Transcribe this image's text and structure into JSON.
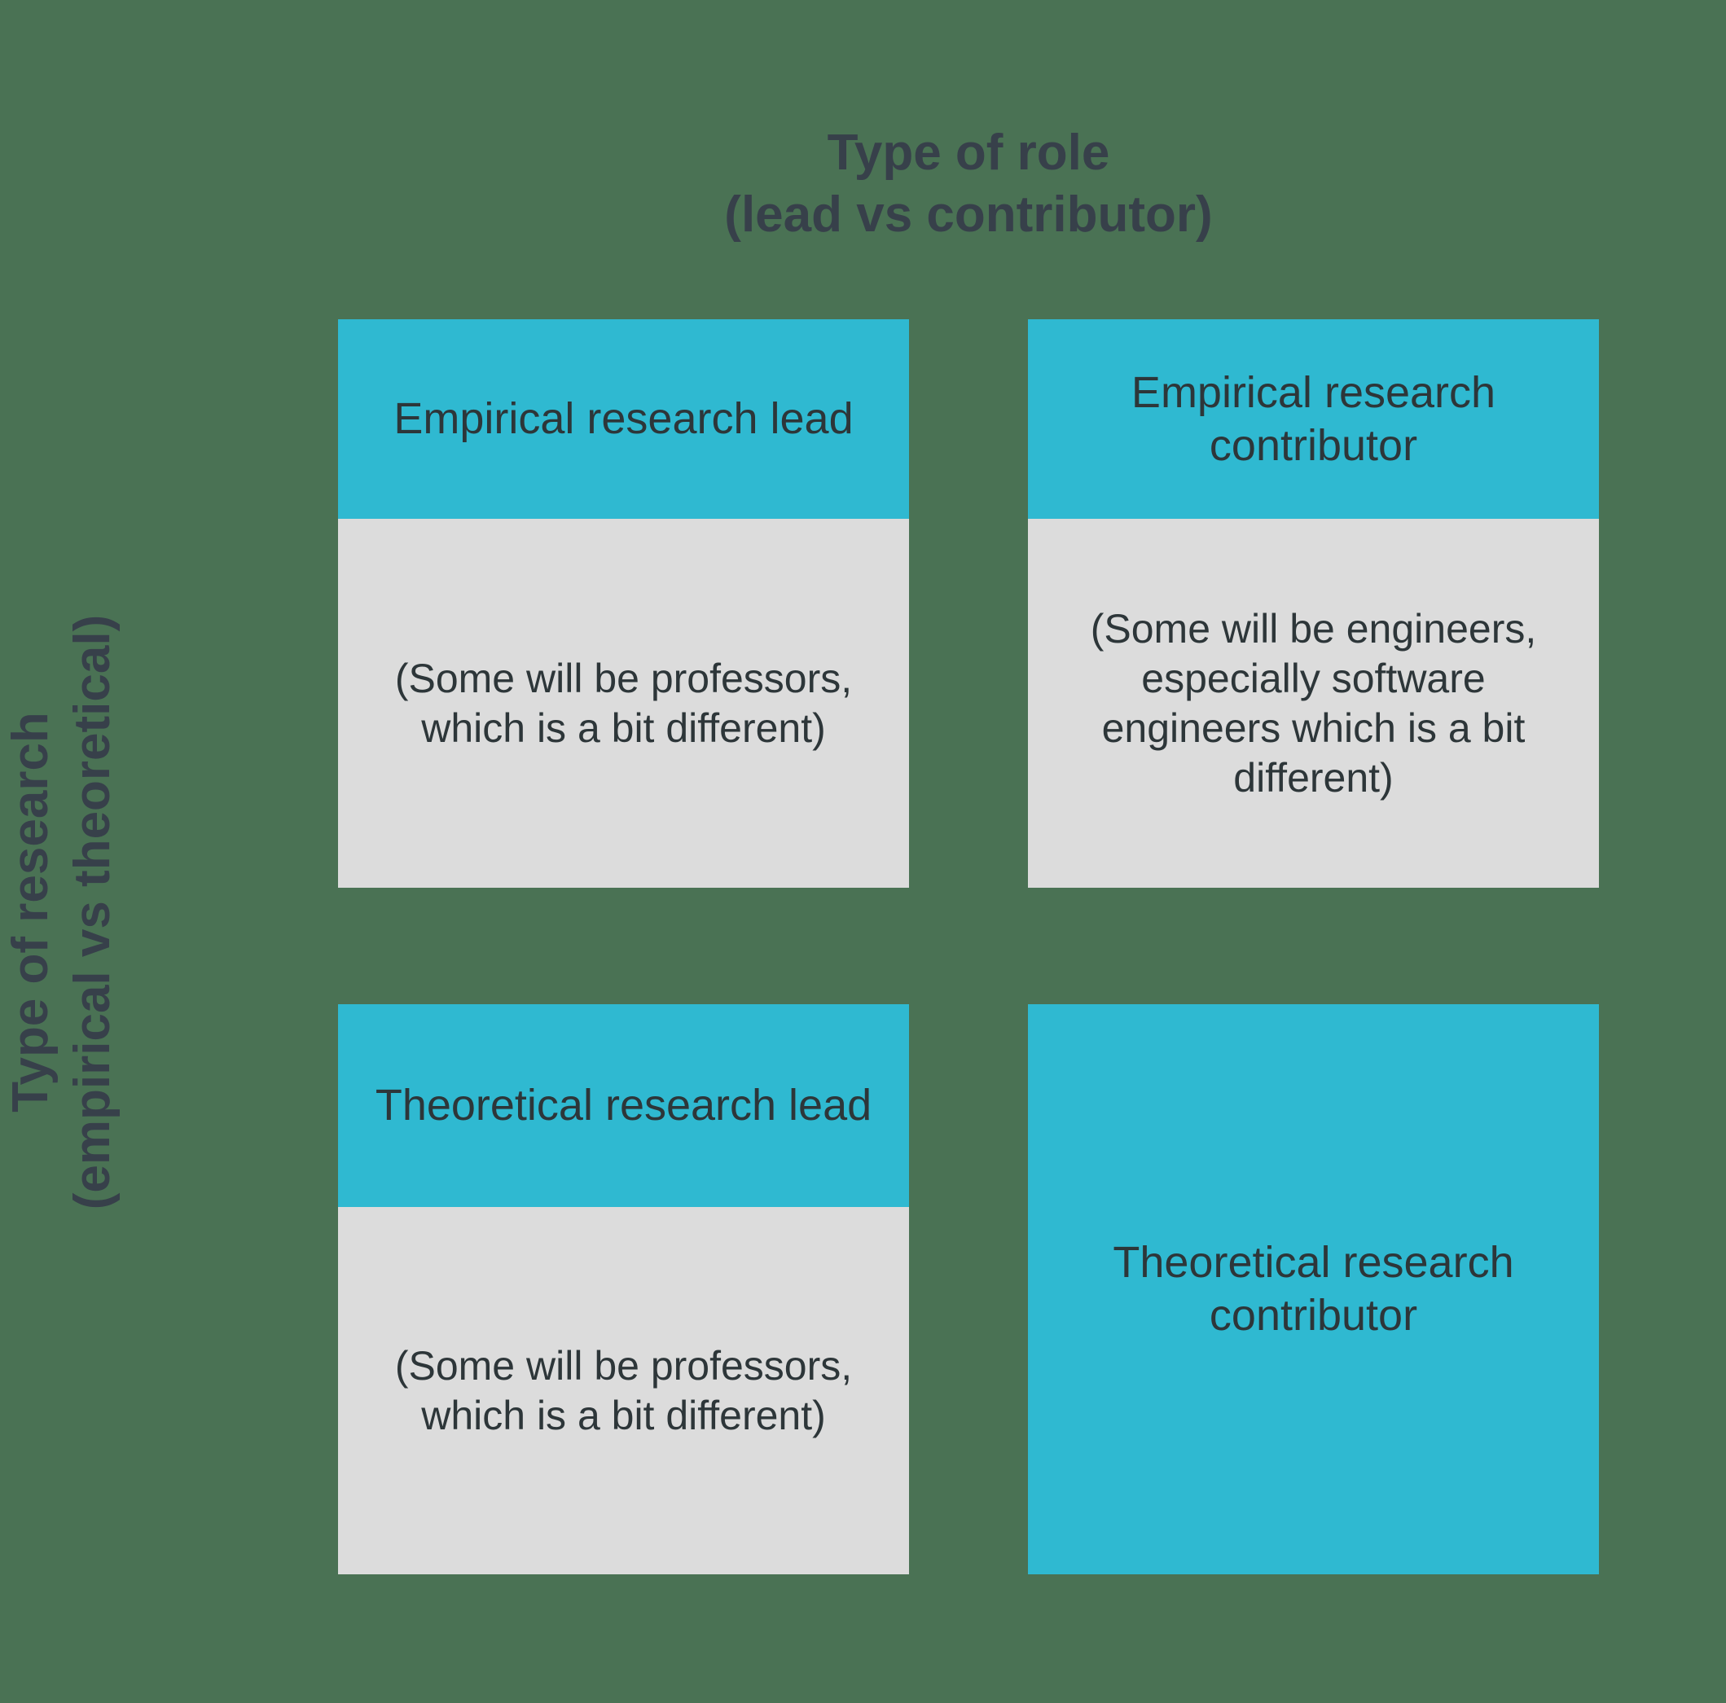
{
  "colors": {
    "background": "#4a7254",
    "accent": "#2fb9d1",
    "panel": "#dcdcdc",
    "text": "#2d3639",
    "axis_text": "#37404a"
  },
  "axes": {
    "column": {
      "title": "Type of role",
      "subtitle": "(lead vs contributor)"
    },
    "row": {
      "title": "Type of research",
      "subtitle": "(empirical vs theoretical)"
    }
  },
  "chart_data": {
    "type": "table",
    "title": "Type of role (lead vs contributor) × Type of research (empirical vs theoretical)",
    "columns": [
      "lead",
      "contributor"
    ],
    "rows": [
      "empirical",
      "theoretical"
    ],
    "cells": [
      {
        "row": "empirical",
        "column": "lead",
        "header": "Empirical research lead",
        "note": "(Some will be professors, which is a bit different)"
      },
      {
        "row": "empirical",
        "column": "contributor",
        "header": "Empirical research contributor",
        "note": "(Some will be engineers, especially software engineers which is a bit different)"
      },
      {
        "row": "theoretical",
        "column": "lead",
        "header": "Theoretical research lead",
        "note": "(Some will be professors, which is a bit different)"
      },
      {
        "row": "theoretical",
        "column": "contributor",
        "header": "Theoretical research contributor",
        "note": ""
      }
    ]
  }
}
